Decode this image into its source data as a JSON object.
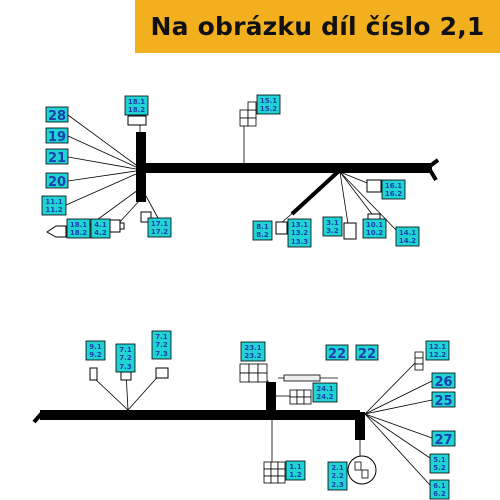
{
  "banner": {
    "title": "Na obrázku díl číslo 2,1"
  },
  "colors": {
    "banner": "#f2b01e",
    "label_fill": "#22d3d3",
    "label_text": "#1a3fb0",
    "harness": "#000000"
  },
  "top_labels": {
    "l18": [
      "18.1",
      "18.2"
    ],
    "l28": [
      "28"
    ],
    "l19": [
      "19"
    ],
    "l21": [
      "21"
    ],
    "l20": [
      "20"
    ],
    "l11": [
      "11.1",
      "11.2"
    ],
    "l18b": [
      "18.1",
      "18.2"
    ],
    "l4": [
      "4.1",
      "4.2"
    ],
    "l17": [
      "17.1",
      "17.2"
    ],
    "l15": [
      "15.1",
      "15.2"
    ],
    "l16": [
      "16.1",
      "16.2"
    ],
    "l8": [
      "8.1",
      "8.2"
    ],
    "l13": [
      "13.1",
      "13.2",
      "13.3"
    ],
    "l3": [
      "3.1",
      "3.2"
    ],
    "l10": [
      "10.1",
      "10.2"
    ],
    "l14": [
      "14.1",
      "14.2"
    ]
  },
  "bottom_labels": {
    "l9": [
      "9.1",
      "9.2"
    ],
    "l7a": [
      "7.1",
      "7.2",
      "7.3"
    ],
    "l7b": [
      "7.1",
      "7.2",
      "7.3"
    ],
    "l23": [
      "23.1",
      "23.2"
    ],
    "l22a": [
      "22"
    ],
    "l22b": [
      "22"
    ],
    "l24": [
      "24.1",
      "24.2"
    ],
    "l12": [
      "12.1",
      "12.2"
    ],
    "l26": [
      "26"
    ],
    "l25": [
      "25"
    ],
    "l27": [
      "27"
    ],
    "l5": [
      "5.1",
      "5.2"
    ],
    "l6": [
      "6.1",
      "6.2"
    ],
    "l1": [
      "1.1",
      "1.2"
    ],
    "l2": [
      "2.1",
      "2.2",
      "2.3"
    ]
  }
}
